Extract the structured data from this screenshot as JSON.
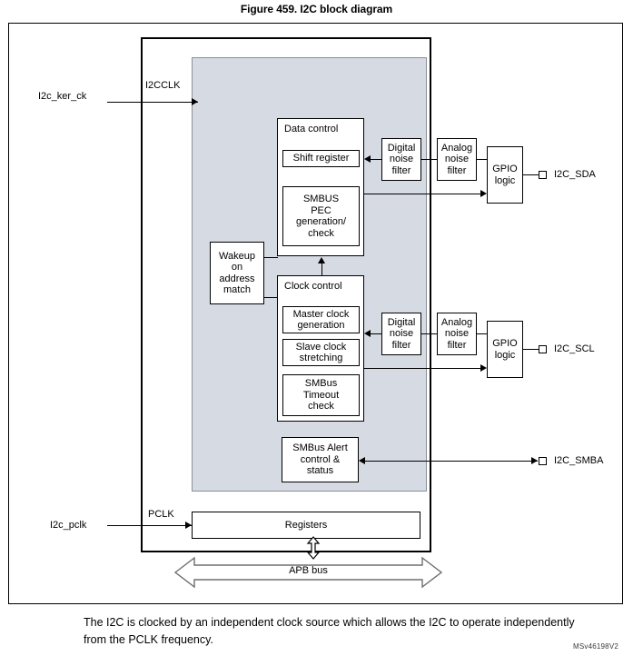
{
  "figure": {
    "title": "Figure 459. I2C block diagram",
    "id_code": "MSv46198V2",
    "caption": "The I2C is clocked by an independent clock source which allows the I2C to operate independently from the PCLK frequency."
  },
  "inputs": {
    "ker_ck_label": "I2c_ker_ck",
    "ker_ck_signal": "I2CCLK",
    "pclk_label": "I2c_pclk",
    "pclk_signal": "PCLK"
  },
  "blocks": {
    "data_control": {
      "title": "Data control",
      "shift_register": "Shift register",
      "smbus_pec": "SMBUS\nPEC\ngeneration/\ncheck",
      "smbus_pec_lines": [
        "SMBUS",
        "PEC",
        "generation/",
        "check"
      ]
    },
    "wakeup": {
      "lines": [
        "Wakeup",
        "on",
        "address",
        "match"
      ]
    },
    "clock_control": {
      "title": "Clock control",
      "master_clock": [
        "Master clock",
        "generation"
      ],
      "slave_clock": [
        "Slave clock",
        "stretching"
      ],
      "smbus_timeout": [
        "SMBus",
        "Timeout",
        "check"
      ]
    },
    "smbus_alert": {
      "lines": [
        "SMBus Alert",
        "control &",
        "status"
      ]
    },
    "digital_noise_filter_sda": [
      "Digital",
      "noise",
      "filter"
    ],
    "digital_noise_filter_scl": [
      "Digital",
      "noise",
      "filter"
    ],
    "analog_noise_filter_sda": [
      "Analog",
      "noise",
      "filter"
    ],
    "analog_noise_filter_scl": [
      "Analog",
      "noise",
      "filter"
    ],
    "gpio_logic_sda": [
      "GPIO",
      "logic"
    ],
    "gpio_logic_scl": [
      "GPIO",
      "logic"
    ],
    "registers": "Registers",
    "apb_bus": "APB bus"
  },
  "pins": {
    "sda": "I2C_SDA",
    "scl": "I2C_SCL",
    "smba": "I2C_SMBA"
  },
  "colors": {
    "core_fill": "#d6dae3",
    "outline": "#000000",
    "bus_outline": "#6e6e6e"
  }
}
